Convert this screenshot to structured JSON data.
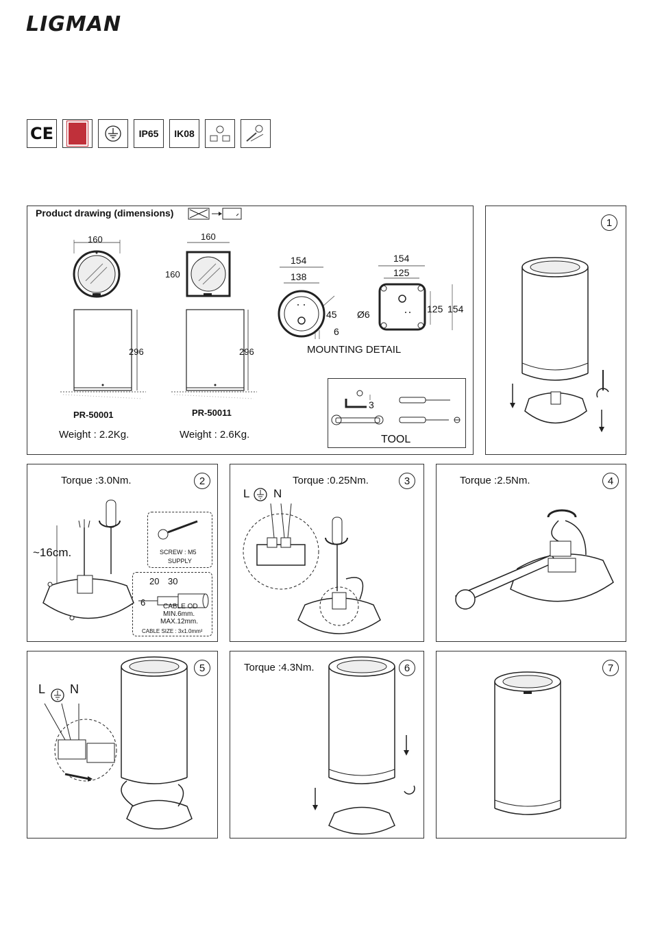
{
  "brand": {
    "name": "LIGMAN"
  },
  "certifications": [
    {
      "label": "CE",
      "icon": "ce-mark-icon"
    },
    {
      "label": "",
      "icon": "quality-seal-icon"
    },
    {
      "label": "",
      "icon": "earth-ground-icon"
    },
    {
      "label": "IP65",
      "icon": ""
    },
    {
      "label": "IK08",
      "icon": ""
    },
    {
      "label": "",
      "icon": "installation-symbol-icon"
    },
    {
      "label": "",
      "icon": "tool-symbol-icon"
    }
  ],
  "product_drawing": {
    "title": "Product drawing (dimensions)",
    "models": [
      {
        "code": "PR-50001",
        "width": "160",
        "height": "296",
        "weight": "Weight : 2.2Kg."
      },
      {
        "code": "PR-50011",
        "width": "160",
        "depth": "160",
        "height": "296",
        "weight": "Weight : 2.6Kg."
      }
    ],
    "mounting": {
      "label": "MOUNTING DETAIL",
      "round_outer": "154",
      "round_inner": "138",
      "round_angle": "45",
      "round_gap": "6",
      "square_outer": "154",
      "square_inner": "125",
      "square_side_inner": "125",
      "square_side_outer": "154",
      "hole": "Ø6"
    },
    "tool": {
      "label": "TOOL",
      "hex_size": "3"
    }
  },
  "steps": [
    {
      "number": "1"
    },
    {
      "number": "2",
      "torque": "Torque :3.0Nm.",
      "cable_length": "~16cm.",
      "screw_label": "SCREW : M5",
      "screw_supply": "SUPPLY",
      "strip_a": "20",
      "strip_b": "30",
      "strip_c": "6",
      "cable_od": "CABLE OD",
      "cable_min": "MIN.6mm.",
      "cable_max": "MAX.12mm.",
      "cable_size": "CABLE SIZE : 3x1.0mm²"
    },
    {
      "number": "3",
      "torque": "Torque :0.25Nm.",
      "live": "L",
      "neutral": "N"
    },
    {
      "number": "4",
      "torque": "Torque :2.5Nm."
    },
    {
      "number": "5",
      "live": "L",
      "neutral": "N"
    },
    {
      "number": "6",
      "torque": "Torque :4.3Nm."
    },
    {
      "number": "7"
    }
  ]
}
